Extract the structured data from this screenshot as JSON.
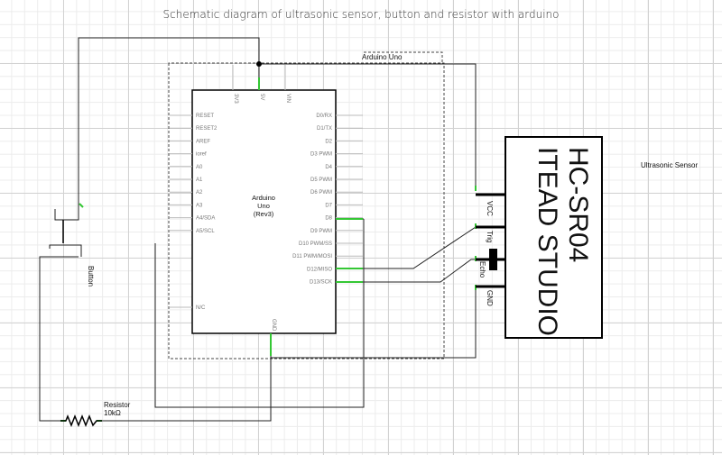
{
  "title": "Schematic diagram of ultrasonic sensor, button and resistor with arduino",
  "arduino": {
    "frame_label": "Arduino Uno",
    "name_line1": "Arduino",
    "name_line2": "Uno",
    "name_line3": "(Rev3)",
    "top_pins": [
      "3V3",
      "5V",
      "VIN"
    ],
    "left_pins": [
      "RESET",
      "RESET2",
      "AREF",
      "ioref",
      "A0",
      "A1",
      "A2",
      "A3",
      "A4/SDA",
      "A5/SCL",
      "N/C"
    ],
    "right_pins": [
      "D0/RX",
      "D1/TX",
      "D2",
      "D3 PWM",
      "D4",
      "D5 PWM",
      "D6 PWM",
      "D7",
      "D8",
      "D9 PWM",
      "D10 PWM/SS",
      "D11 PWM/MOSI",
      "D12/MISO",
      "D13/SCK"
    ],
    "bottom_pin": "GND"
  },
  "sensor": {
    "caption": "Ultrasonic Sensor",
    "model": "HC-SR04",
    "maker": "ITEAD STUDIO",
    "pins": [
      "VCC",
      "Trig",
      "Echo",
      "GND"
    ]
  },
  "button": {
    "label": "Button"
  },
  "resistor": {
    "label": "Resistor",
    "value": "10kΩ"
  },
  "colors": {
    "wire": "#222222",
    "connection": "#34c734",
    "grid": "#d2d2d2"
  }
}
